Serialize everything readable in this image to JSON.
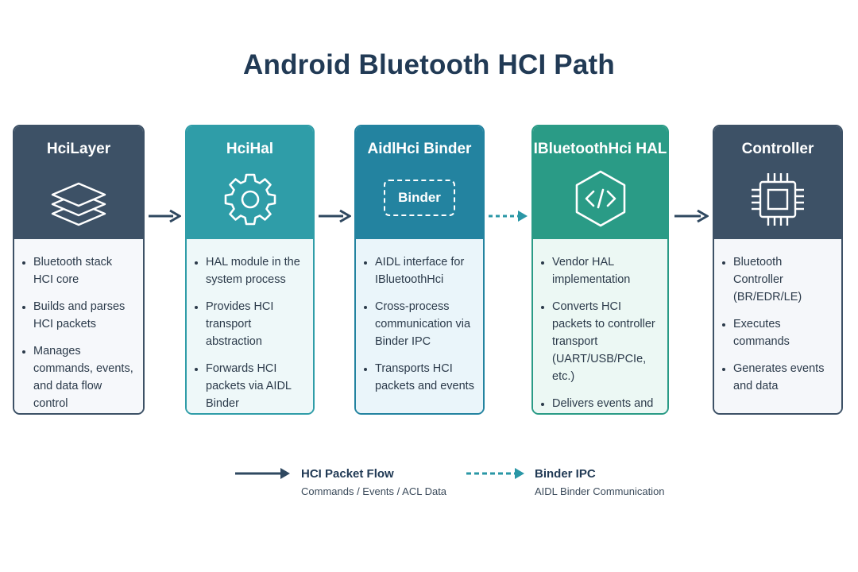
{
  "title": "Android Bluetooth HCI Path",
  "colors": {
    "dark_navy": "#3d5166",
    "teal": "#2f9da8",
    "blue_teal": "#2383a0",
    "green_teal": "#2a9b86",
    "arrow_solid": "#2f4860",
    "arrow_dashed": "#2a97a6"
  },
  "cards": [
    {
      "title": "HciLayer",
      "icon": "layers-icon",
      "bullets": [
        "Bluetooth stack HCI core",
        "Builds and parses HCI packets",
        "Manages commands, events, and data flow control"
      ]
    },
    {
      "title": "HciHal",
      "icon": "gear-icon",
      "bullets": [
        "HAL module in the system process",
        "Provides HCI transport abstraction",
        "Forwards HCI packets via AIDL Binder"
      ]
    },
    {
      "title": "AidlHci Binder",
      "icon_label": "Binder",
      "bullets": [
        "AIDL interface for IBluetoothHci",
        "Cross-process communication via Binder IPC",
        "Transports HCI packets and events"
      ]
    },
    {
      "title": "IBluetoothHci HAL",
      "icon": "code-hexagon-icon",
      "bullets": [
        "Vendor HAL implementation",
        "Converts HCI packets to controller transport (UART/USB/PCIe, etc.)",
        "Delivers events and data back to stack"
      ]
    },
    {
      "title": "Controller",
      "icon": "chip-icon",
      "bullets": [
        "Bluetooth Controller (BR/EDR/LE)",
        "Executes commands",
        "Generates events and data"
      ]
    }
  ],
  "legend": {
    "solid": {
      "label": "HCI Packet Flow",
      "sub": "Commands / Events / ACL Data"
    },
    "dashed": {
      "label": "Binder IPC",
      "sub": "AIDL Binder Communication"
    }
  }
}
